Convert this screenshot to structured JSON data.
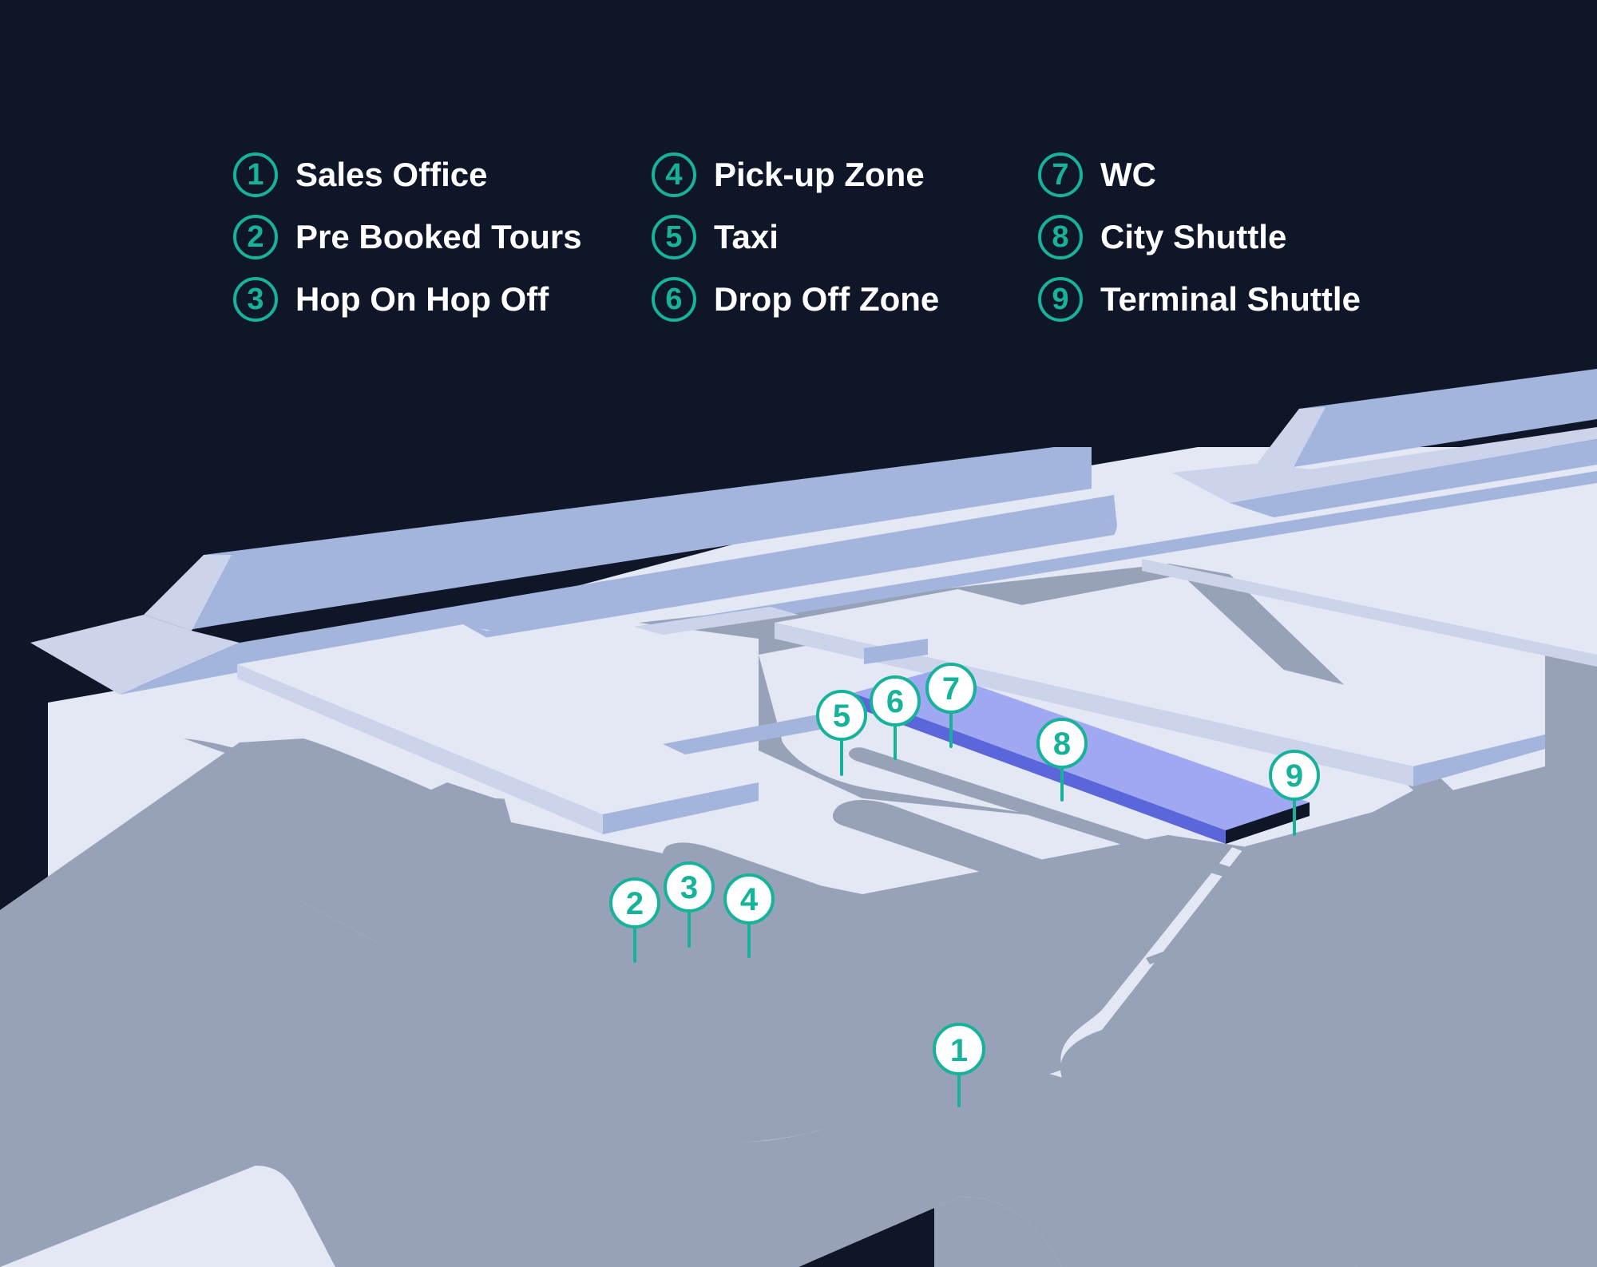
{
  "legend": {
    "items": [
      {
        "number": "1",
        "label": "Sales Office"
      },
      {
        "number": "2",
        "label": "Pre Booked Tours"
      },
      {
        "number": "3",
        "label": "Hop On Hop Off"
      },
      {
        "number": "4",
        "label": "Pick-up Zone"
      },
      {
        "number": "5",
        "label": "Taxi"
      },
      {
        "number": "6",
        "label": "Drop Off Zone"
      },
      {
        "number": "7",
        "label": "WC"
      },
      {
        "number": "8",
        "label": "City Shuttle"
      },
      {
        "number": "9",
        "label": "Terminal Shuttle"
      }
    ]
  },
  "map": {
    "pins": [
      "1",
      "2",
      "3",
      "4",
      "5",
      "6",
      "7",
      "8",
      "9"
    ]
  },
  "colors": {
    "background": "#0e1628",
    "ground": "#e4e7f4",
    "road": "#97a2b8",
    "building_top": "#a3b4dd",
    "building_side": "#ccd4ec",
    "shelter_top": "#a0a8f2",
    "shelter_front": "#5a66da",
    "accent": "#16b29a"
  }
}
